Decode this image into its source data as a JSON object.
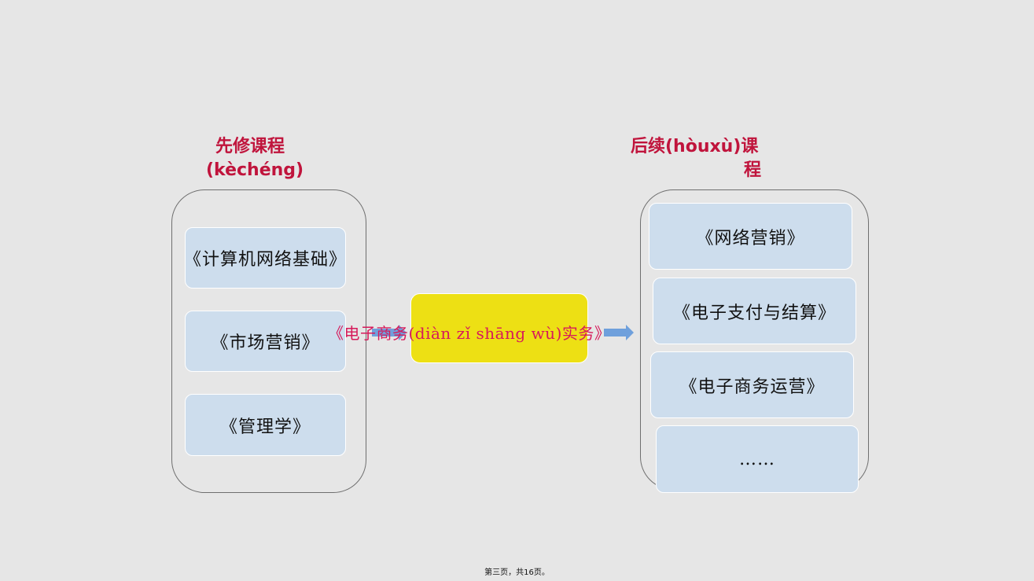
{
  "prerequisite": {
    "heading_line1": "先修课程",
    "heading_line2": "(kèchéng)",
    "items": [
      "《计算机网络基础》",
      "《市场营销》",
      "《管理学》"
    ]
  },
  "followup": {
    "heading_line1": "后续(hòuxù)课",
    "heading_line2": "程",
    "items": [
      "《网络营销》",
      "《电子支付与结算》",
      "《电子商务运营》",
      "……"
    ]
  },
  "center": {
    "label": "《电子商务(diàn zǐ shāng wù)实务》"
  },
  "footer": "第三页，共16页。",
  "colors": {
    "heading": "#c0143c",
    "center_box": "#ede014",
    "course_box": "#cddded",
    "arrow": "#6fa0dc",
    "center_text": "#d6195a"
  }
}
